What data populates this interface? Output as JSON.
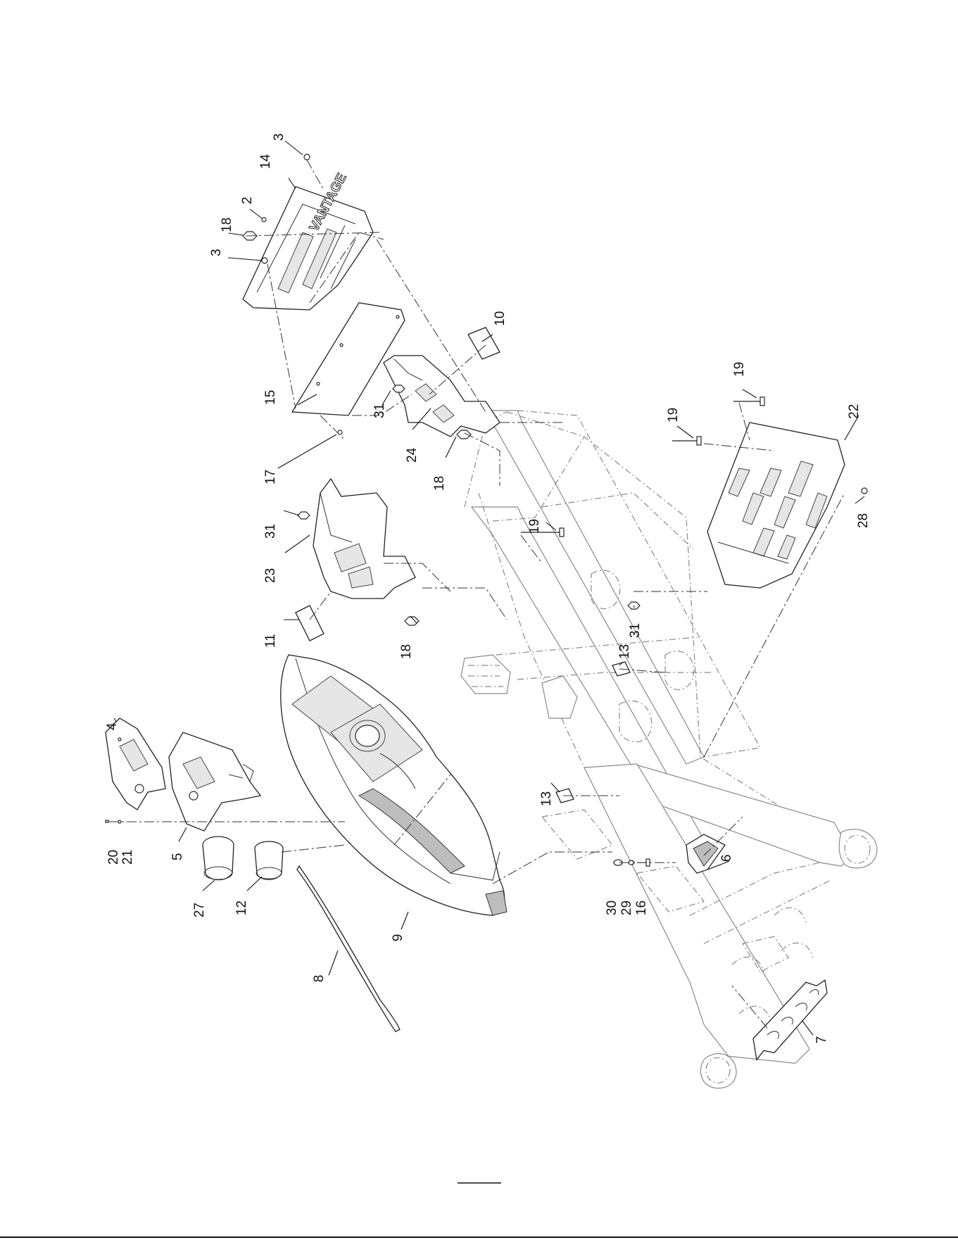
{
  "diagram": {
    "callouts": [
      {
        "id": "c-3a",
        "label": "3"
      },
      {
        "id": "c-14",
        "label": "14"
      },
      {
        "id": "c-2",
        "label": "2"
      },
      {
        "id": "c-18a",
        "label": "18"
      },
      {
        "id": "c-3b",
        "label": "3"
      },
      {
        "id": "c-10",
        "label": "10"
      },
      {
        "id": "c-15",
        "label": "15"
      },
      {
        "id": "c-31a",
        "label": "31"
      },
      {
        "id": "c-24",
        "label": "24"
      },
      {
        "id": "c-18b",
        "label": "18"
      },
      {
        "id": "c-17",
        "label": "17"
      },
      {
        "id": "c-31b",
        "label": "31"
      },
      {
        "id": "c-23",
        "label": "23"
      },
      {
        "id": "c-11",
        "label": "11"
      },
      {
        "id": "c-18c",
        "label": "18"
      },
      {
        "id": "c-19a",
        "label": "19"
      },
      {
        "id": "c-19b",
        "label": "19"
      },
      {
        "id": "c-19c",
        "label": "19"
      },
      {
        "id": "c-22",
        "label": "22"
      },
      {
        "id": "c-28",
        "label": "28"
      },
      {
        "id": "c-31c",
        "label": "31"
      },
      {
        "id": "c-13a",
        "label": "13"
      },
      {
        "id": "c-13b",
        "label": "13"
      },
      {
        "id": "c-4",
        "label": "4"
      },
      {
        "id": "c-5",
        "label": "5"
      },
      {
        "id": "c-20",
        "label": "20"
      },
      {
        "id": "c-21",
        "label": "21"
      },
      {
        "id": "c-27",
        "label": "27"
      },
      {
        "id": "c-12",
        "label": "12"
      },
      {
        "id": "c-9",
        "label": "9"
      },
      {
        "id": "c-8",
        "label": "8"
      },
      {
        "id": "c-6",
        "label": "6"
      },
      {
        "id": "c-30",
        "label": "30"
      },
      {
        "id": "c-29",
        "label": "29"
      },
      {
        "id": "c-16",
        "label": "16"
      },
      {
        "id": "c-7",
        "label": "7"
      }
    ]
  }
}
